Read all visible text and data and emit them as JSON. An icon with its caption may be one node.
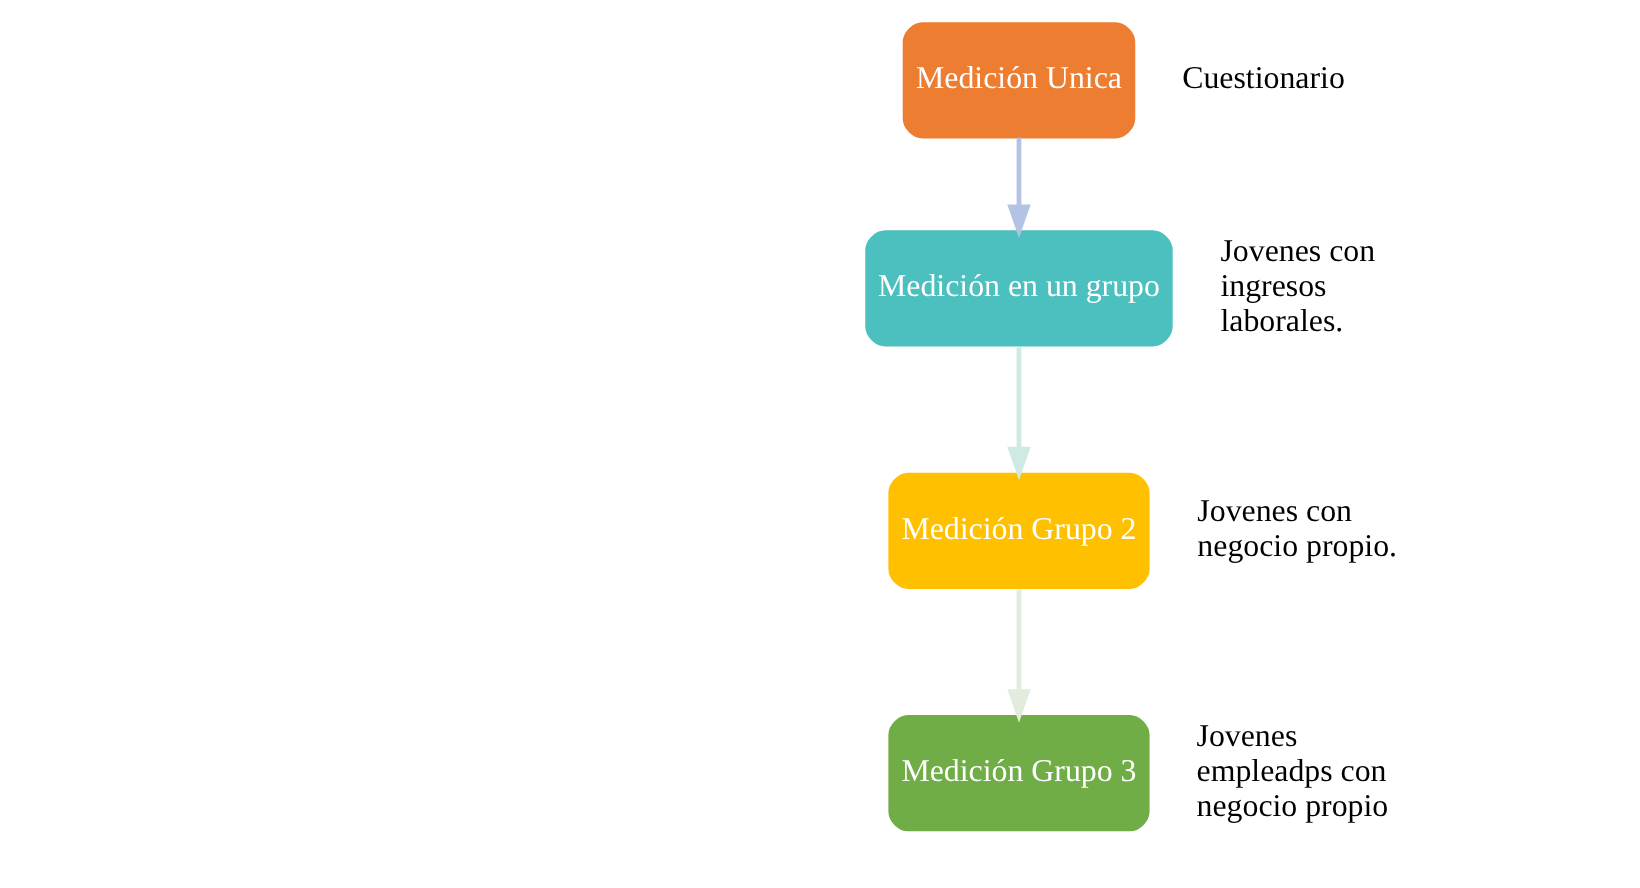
{
  "diagram": {
    "nodes": [
      {
        "text": [
          "Medición Unica"
        ],
        "beside": [
          "Cuestionario"
        ]
      },
      {
        "text": [
          "Medición en un grupo"
        ],
        "beside": [
          "Jovenes con ingresos laborales."
        ]
      },
      {
        "text": [
          "Medición Grupo 2"
        ],
        "beside": [
          "Jovenes con negocio propio."
        ]
      },
      {
        "text": [
          "Medición Grupo 3"
        ],
        "beside": [
          "Jovenes empleadps con negocio propio"
        ]
      }
    ],
    "edges": [
      {
        "from": 0,
        "to": 1,
        "arrow": "to",
        "color": "#b4c3e4"
      },
      {
        "from": 1,
        "to": 2,
        "arrow": "to",
        "color": "#cfe9e4"
      },
      {
        "from": 2,
        "to": 3,
        "arrow": "to",
        "color": "#e3ecdc"
      }
    ]
  }
}
